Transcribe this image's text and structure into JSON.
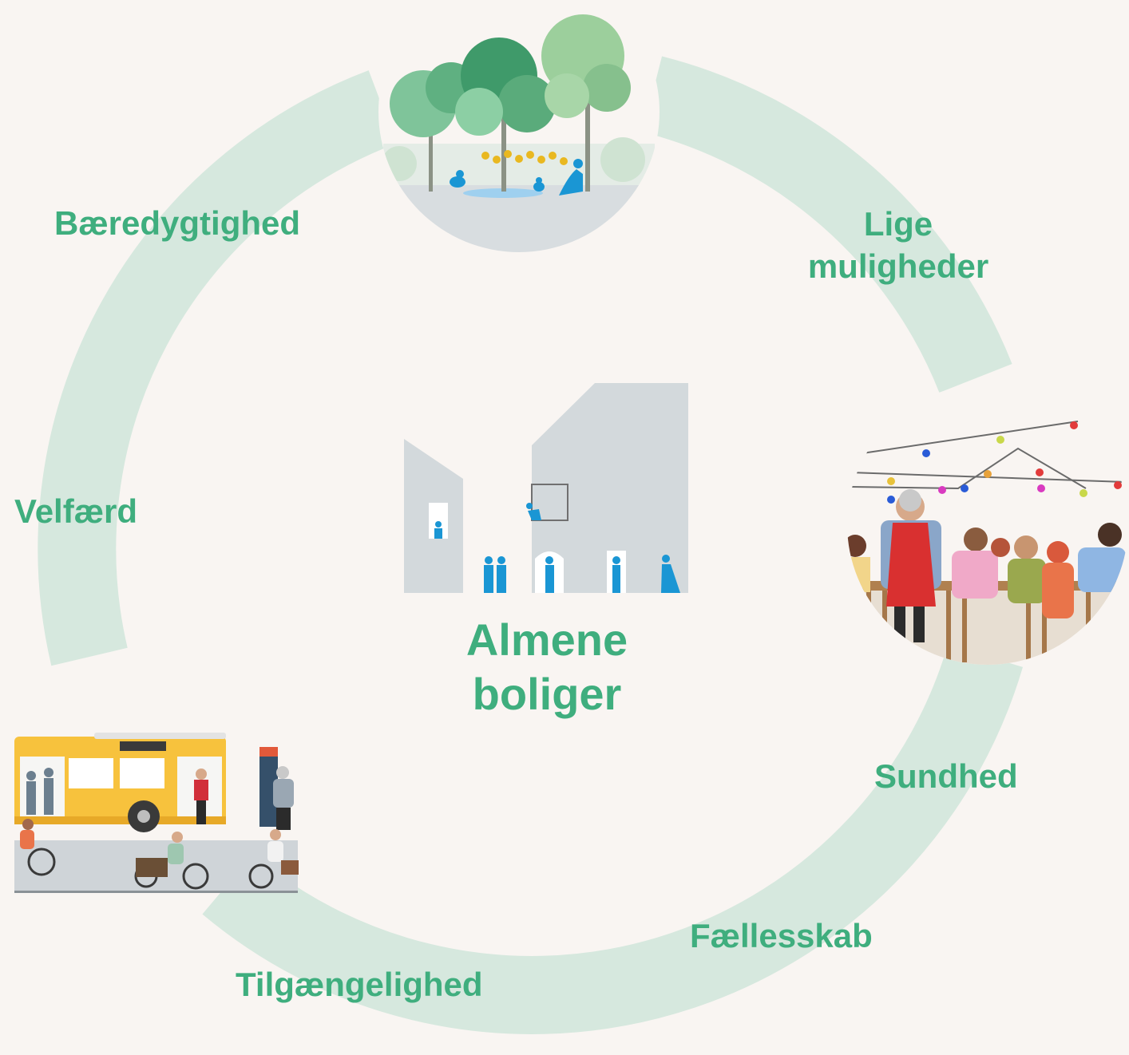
{
  "center": {
    "line1": "Almene",
    "line2": "boliger"
  },
  "labels": {
    "baeredygtighed": "Bæredygtighed",
    "lige_line1": "Lige",
    "lige_line2": "muligheder",
    "velfaerd": "Velfærd",
    "sundhed": "Sundhed",
    "faellesskab": "Fællesskab",
    "tilgaengelighed": "Tilgængelighed"
  },
  "colors": {
    "background": "#f9f5f2",
    "ring": "#d6e8de",
    "label": "#3fae7e",
    "building": "#d3d9dc",
    "people": "#1a96d4",
    "bus": "#f7c23d"
  },
  "illustrations": [
    "trees-park-illustration",
    "street-party-illustration",
    "bus-bicycles-illustration",
    "housing-buildings-illustration"
  ]
}
